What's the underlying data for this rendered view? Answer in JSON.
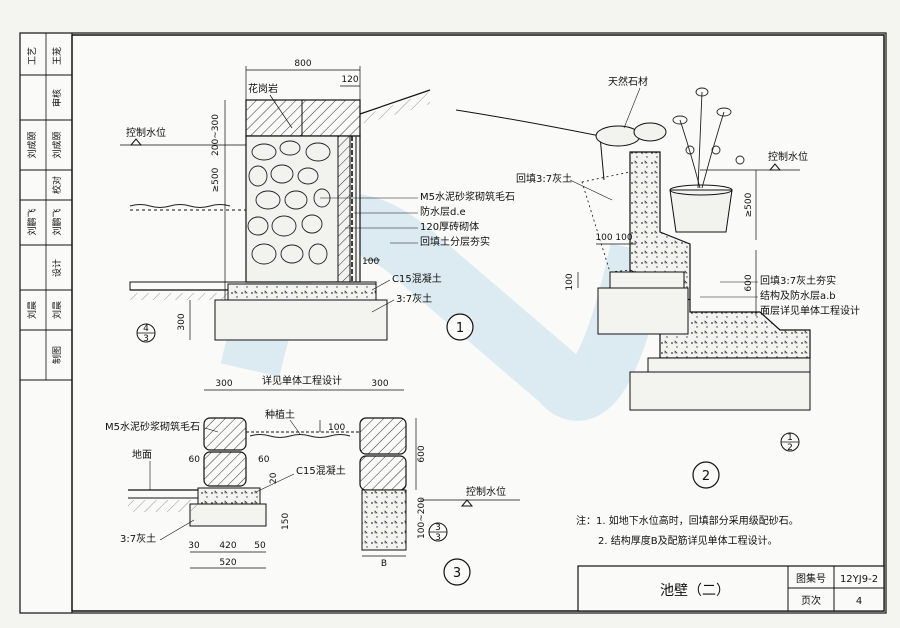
{
  "sidebar": {
    "cells": [
      {
        "label": "工艺",
        "signature": "王茏"
      },
      {
        "label": "审核",
        "signature": ""
      },
      {
        "label": "刘成颐",
        "signature": "刘成颐"
      },
      {
        "label": "校对",
        "signature": ""
      },
      {
        "label": "刘鹏飞",
        "signature": "刘鹏飞"
      },
      {
        "label": "设计",
        "signature": ""
      },
      {
        "label": "刘晨",
        "signature": "刘晨"
      },
      {
        "label": "制图",
        "signature": ""
      }
    ]
  },
  "title_block": {
    "title": "池壁（二）",
    "atlas_label": "图集号",
    "atlas_no": "12YJ9-2",
    "page_label": "页次",
    "page_no": "4"
  },
  "detail1": {
    "marker": "1",
    "labels": {
      "granite": "花岗岩",
      "control_water": "控制水位",
      "masonry": "M5水泥砂浆砌筑毛石",
      "waterproof": "防水层d.e",
      "brick": "120厚砖砌体",
      "backfill": "回填土分层夯实",
      "c15": "C15混凝土",
      "lime": "3:7灰土"
    },
    "dims": {
      "top": "800",
      "right_top": "120",
      "h1": "200~300",
      "h2": "≥500",
      "h3": "100",
      "h4": "300"
    },
    "ref": {
      "top": "4",
      "bottom": "3"
    }
  },
  "detail2": {
    "marker": "2",
    "labels": {
      "stone": "天然石材",
      "control_water": "控制水位",
      "backfill_lime": "回填3:7灰土",
      "backfill_tamp": "回填3:7灰土夯实",
      "structure": "结构及防水层a.b",
      "base": "面层详见单体工程设计"
    },
    "dims": {
      "a": "100",
      "b": "100",
      "c": "≥500",
      "d": "600",
      "e": "100"
    },
    "ref": {
      "top": "1",
      "bottom": "2"
    }
  },
  "detail3": {
    "marker": "3",
    "labels": {
      "note": "详见单体工程设计",
      "masonry": "M5水泥砂浆砌筑毛石",
      "soil": "种植土",
      "ground": "地面",
      "c15": "C15混凝土",
      "lime": "3:7灰土",
      "control_water": "控制水位",
      "b": "B"
    },
    "dims": {
      "w1": "300",
      "w2": "300",
      "d100": "100",
      "d60a": "60",
      "d60b": "60",
      "d20": "20",
      "d150": "150",
      "d600": "600",
      "d100_200": "100~200",
      "b30a": "30",
      "b420": "420",
      "b50": "50",
      "b520": "520"
    },
    "ref": {
      "top": "3",
      "bottom": "3"
    }
  },
  "notes": {
    "line1": "注：1. 如地下水位高时，回填部分采用级配砂石。",
    "line2": "2. 结构厚度B及配筋详见单体工程设计。"
  }
}
